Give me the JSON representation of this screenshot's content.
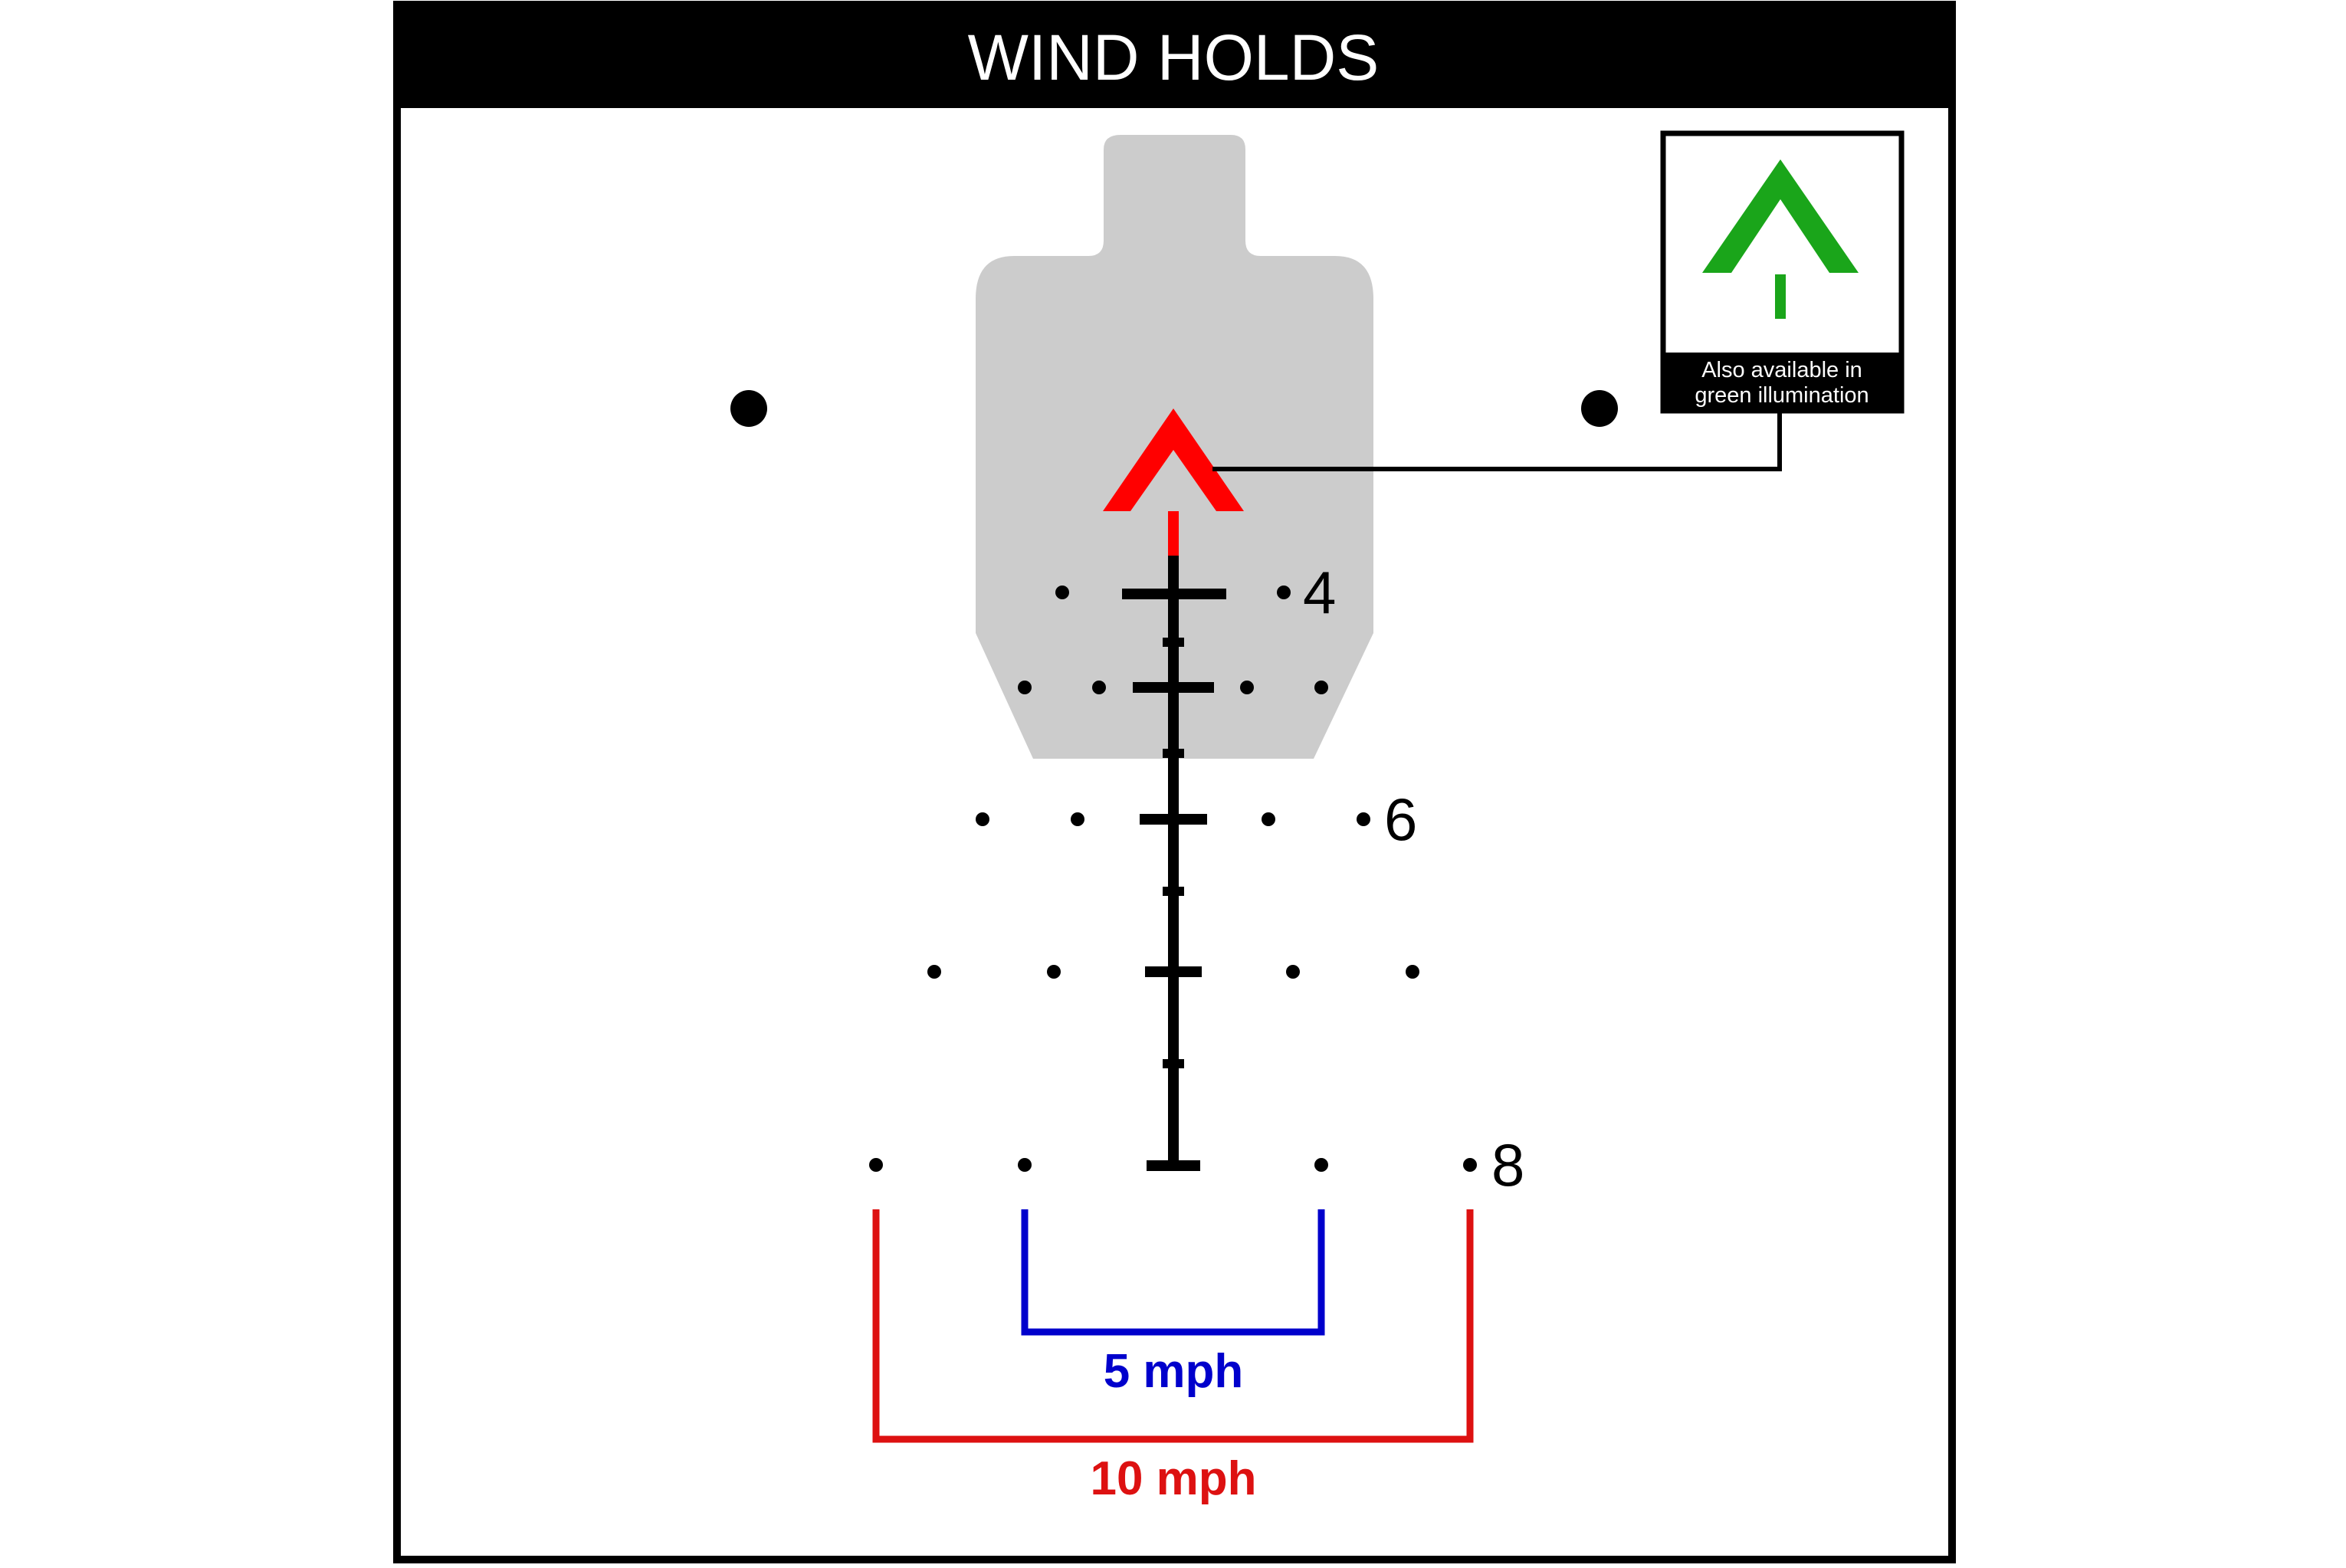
{
  "title": "WIND HOLDS",
  "inset": {
    "caption_line1": "Also available in",
    "caption_line2": "green illumination",
    "chevron_color": "#1aa51a"
  },
  "reticle": {
    "chevron_color": "#ff0000",
    "stadia_color": "#000000",
    "target_color": "#cccccc",
    "range_labels": {
      "r4": "4",
      "r6": "6",
      "r8": "8"
    }
  },
  "wind": {
    "five": {
      "label": "5 mph",
      "color": "#0000cc"
    },
    "ten": {
      "label": "10 mph",
      "color": "#dd1111"
    }
  }
}
